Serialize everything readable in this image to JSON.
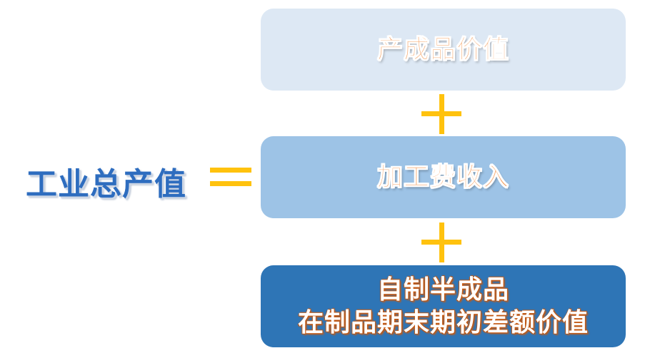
{
  "left": {
    "label": "工业总产值"
  },
  "operators": {
    "equals_icon": "equals-sign",
    "plus_icon": "plus-sign",
    "color": "#ffc20e"
  },
  "boxes": [
    {
      "lines": [
        "产成品价值"
      ],
      "bg": "#dde8f4"
    },
    {
      "lines": [
        "加工费收入"
      ],
      "bg": "#9dc3e6"
    },
    {
      "lines": [
        "自制半成品",
        "在制品期末期初差额价值"
      ],
      "bg": "#2e75b6"
    }
  ],
  "colors": {
    "left_text": "#2e6dbf",
    "box_text_orange": "#f4a061",
    "box_text_white": "#ffffff"
  }
}
